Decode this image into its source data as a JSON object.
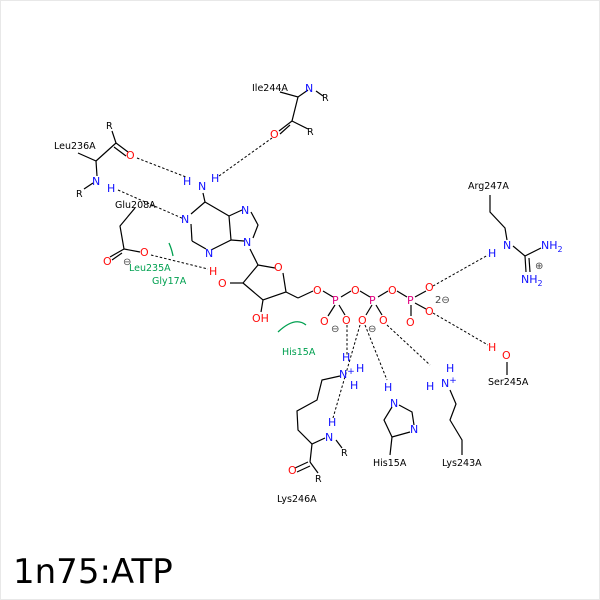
{
  "title": "1n75:ATP",
  "residues": {
    "ile244": "Ile244A",
    "leu236": "Leu236A",
    "glu208": "Glu208A",
    "leu235": "Leu235A",
    "gly17": "Gly17A",
    "his15_arc": "His15A",
    "arg247": "Arg247A",
    "ser245": "Ser245A",
    "lys246": "Lys246A",
    "his15": "His15A",
    "lys243": "Lys243A"
  },
  "atoms": {
    "N": "N",
    "O": "O",
    "P": "P",
    "H": "H",
    "R": "R",
    "OH": "OH",
    "NH2": "NH",
    "sub2": "2",
    "Nplus": "N",
    "plus": "+"
  },
  "charges": {
    "minus": "⊖",
    "plus": "⊕",
    "two_minus": "2⊖"
  }
}
